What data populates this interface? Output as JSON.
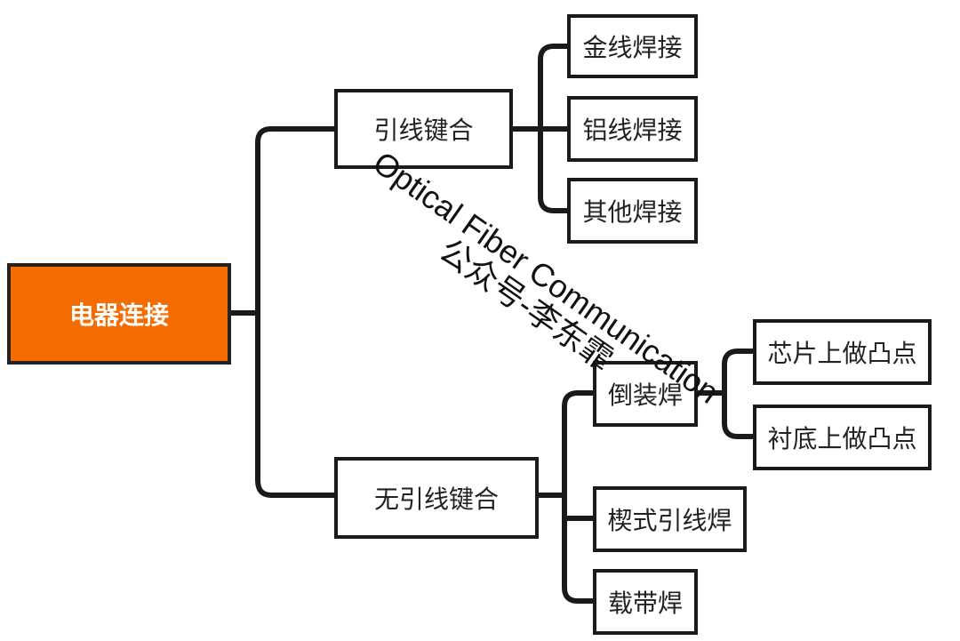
{
  "diagram": {
    "root": {
      "label": "电器连接"
    },
    "branch_wire": {
      "label": "引线键合"
    },
    "branch_wireless": {
      "label": "无引线键合"
    },
    "gold_wire": {
      "label": "金线焊接"
    },
    "aluminum_wire": {
      "label": "铝线焊接"
    },
    "other_wire": {
      "label": "其他焊接"
    },
    "flip_chip": {
      "label": "倒装焊"
    },
    "tab_lead": {
      "label": "楔式引线焊"
    },
    "tape_carrier": {
      "label": "载带焊"
    },
    "bump_chip": {
      "label": "芯片上做凸点"
    },
    "bump_substrate": {
      "label": "衬底上做凸点"
    }
  },
  "watermark": {
    "line1": "Optical Fiber Communication",
    "line2": "公众号-李东霏"
  },
  "colors": {
    "root_fill": "#f56c00",
    "root_text": "#ffffff",
    "border": "#1a1a1a",
    "connector": "#1a1a1a"
  }
}
